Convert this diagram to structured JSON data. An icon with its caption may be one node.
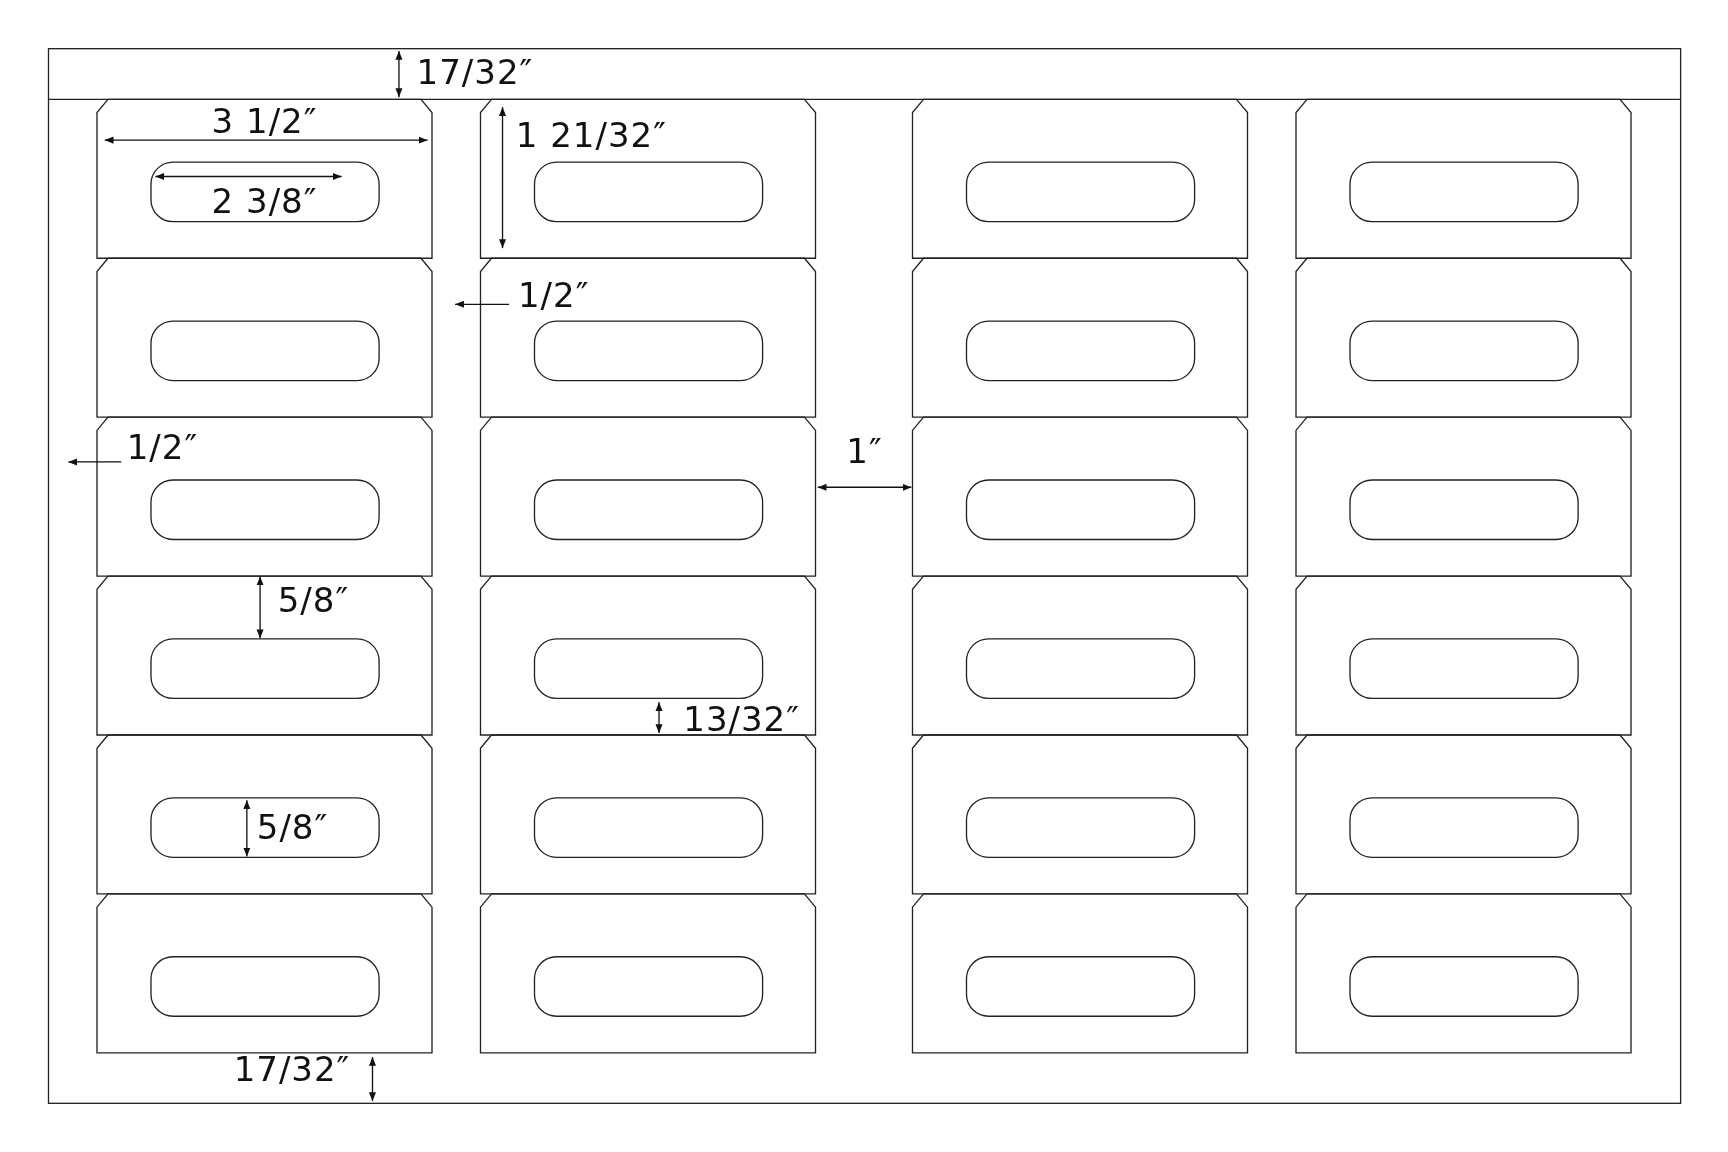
{
  "diagram": {
    "labels": [
      "17/32″",
      "3 1/2″",
      "1 21/32″",
      "2 3/8″",
      "1/2″",
      "1/2″",
      "1″",
      "5/8″",
      "13/32″",
      "5/8″",
      "17/32″"
    ]
  }
}
